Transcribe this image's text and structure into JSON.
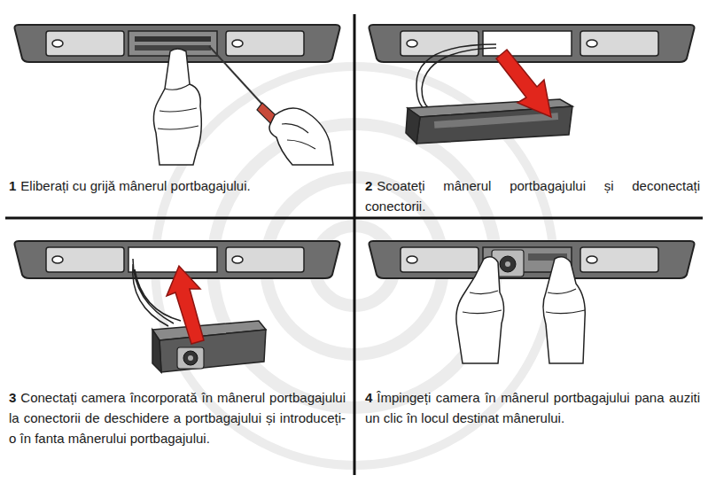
{
  "diagram": {
    "labels": [
      "1",
      "Eliberați cu grijă mânerul portbagajului.",
      "2",
      "Scoateți mânerul portbagajului și deconectați conectorii.",
      "3",
      "Conectați camera încorporată în mânerul portbagajului la conectorii de deschidere a portbagajului și introduceți-o în fanta mânerului portbagajului.",
      "4",
      "Împingeți camera în mânerul portbagajului pana auziti un clic în locul destinat mânerului."
    ]
  }
}
